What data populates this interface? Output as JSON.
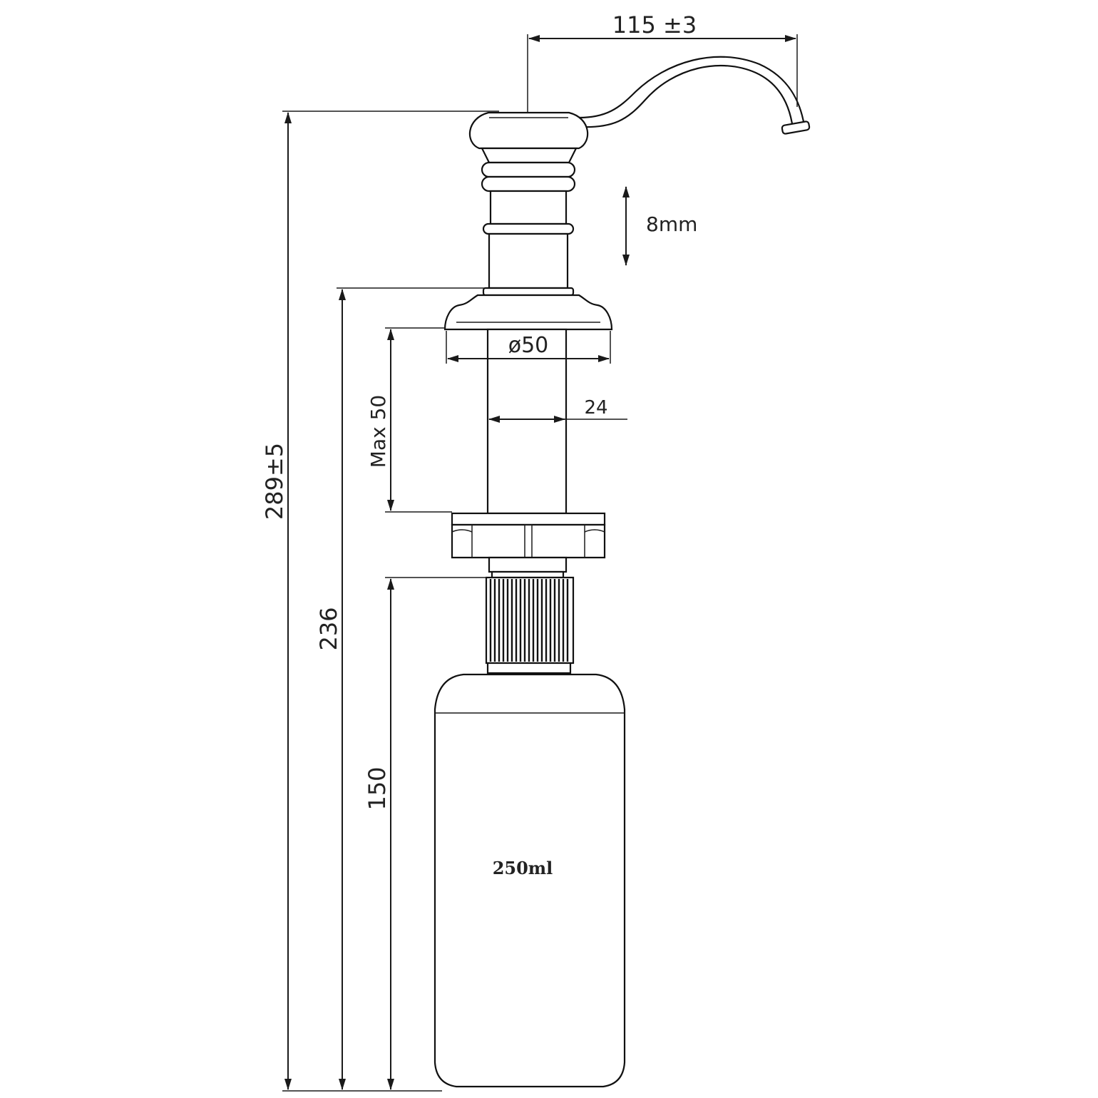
{
  "dimensions": {
    "spout_reach": "115 ±3",
    "total_height": "289±5",
    "height_below_head": "236",
    "bottle_height": "150",
    "stroke": "8mm",
    "flange_diameter": "ø50",
    "shank_diameter": "24",
    "max_counter_thickness": "Max 50"
  },
  "bottle": {
    "capacity_label": "250ml"
  }
}
